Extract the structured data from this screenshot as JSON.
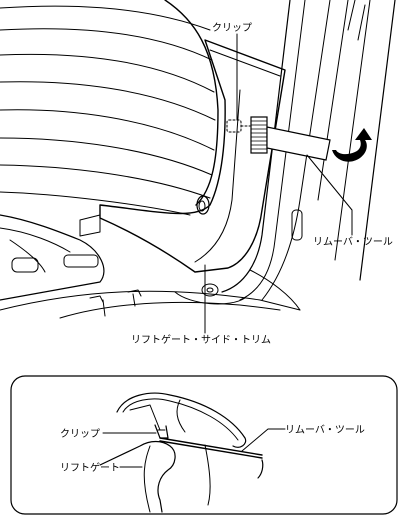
{
  "labels": {
    "clip_top": "クリップ",
    "remover_tool_top": "リムーバ・ツール",
    "liftgate_side_trim": "リフトゲート・サイド・トリム",
    "clip_detail": "クリップ",
    "liftgate_detail": "リフトゲート",
    "remover_tool_detail": "リムーバ・ツール"
  }
}
